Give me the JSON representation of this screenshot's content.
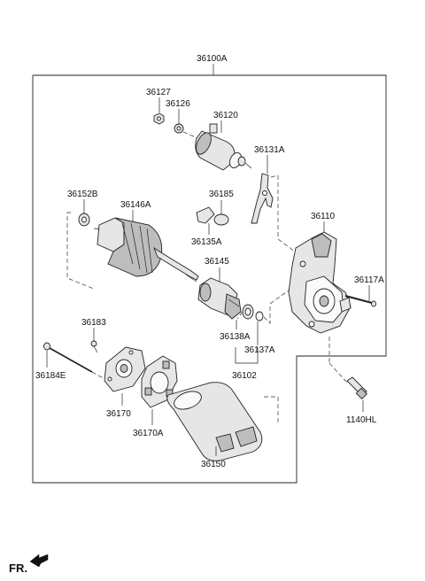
{
  "labels": {
    "p36100A": "36100A",
    "p36127": "36127",
    "p36126": "36126",
    "p36120": "36120",
    "p36131A": "36131A",
    "p36152B": "36152B",
    "p36146A": "36146A",
    "p36185": "36185",
    "p36135A": "36135A",
    "p36110": "36110",
    "p36145": "36145",
    "p36117A": "36117A",
    "p36183": "36183",
    "p36138A": "36138A",
    "p36137A": "36137A",
    "p36184E": "36184E",
    "p36102": "36102",
    "p36170": "36170",
    "p1140HL": "1140HL",
    "p36170A": "36170A",
    "p36150": "36150"
  },
  "fr_label": "FR."
}
